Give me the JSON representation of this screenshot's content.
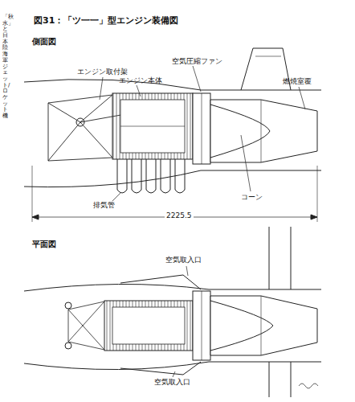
{
  "diagram": {
    "title": "図31：「ツ一一」型エンジン装備図",
    "labels": [
      "「秋水」と日本陸海軍ジェット/ロケット機",
      "側面図",
      "エンジン取付架",
      "エンジン本体",
      "空気圧縮ファン",
      "燃焼室覆",
      "排気管",
      "コーン",
      "2225.5",
      "平面図",
      "空気取入口",
      "空気取入口"
    ]
  }
}
